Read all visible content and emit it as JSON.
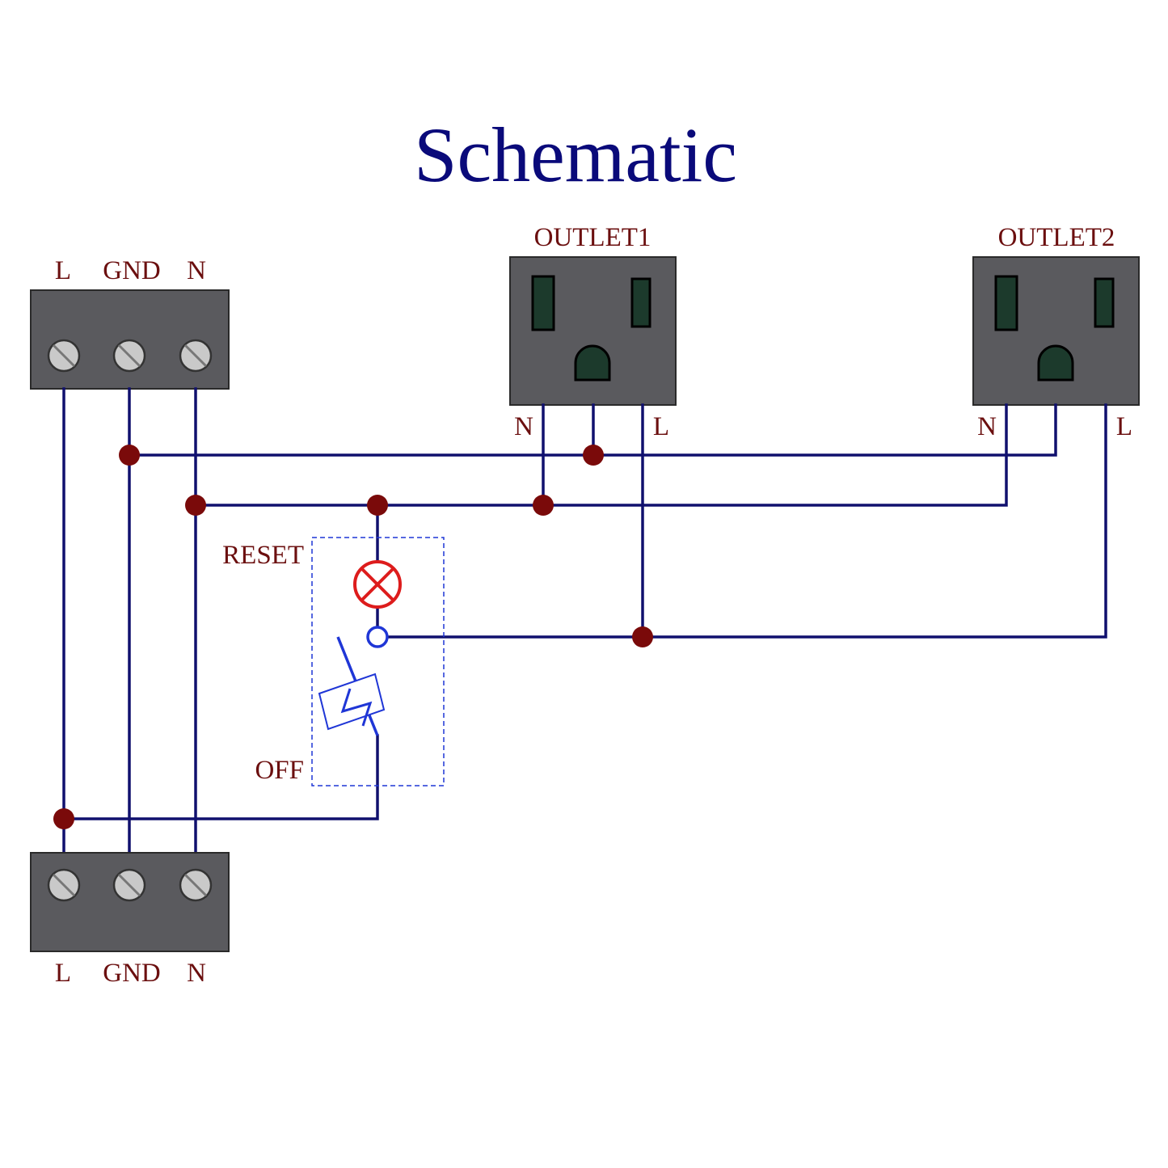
{
  "title": "Schematic",
  "top_terminal": {
    "labels": [
      "L",
      "GND",
      "N"
    ]
  },
  "bottom_terminal": {
    "labels": [
      "L",
      "GND",
      "N"
    ]
  },
  "outlet1": {
    "label": "OUTLET1",
    "n_label": "N",
    "l_label": "L"
  },
  "outlet2": {
    "label": "OUTLET2",
    "n_label": "N",
    "l_label": "L"
  },
  "breaker": {
    "reset_label": "RESET",
    "off_label": "OFF"
  },
  "colors": {
    "title": "#0a0a7a",
    "label": "#6b0f0f",
    "wire": "#10106e",
    "junction": "#7a0a0a",
    "body": "#5a5a5e",
    "slot": "#1c3a2c",
    "lamp": "#dd1c1c",
    "breaker_blue": "#1f36d6"
  }
}
